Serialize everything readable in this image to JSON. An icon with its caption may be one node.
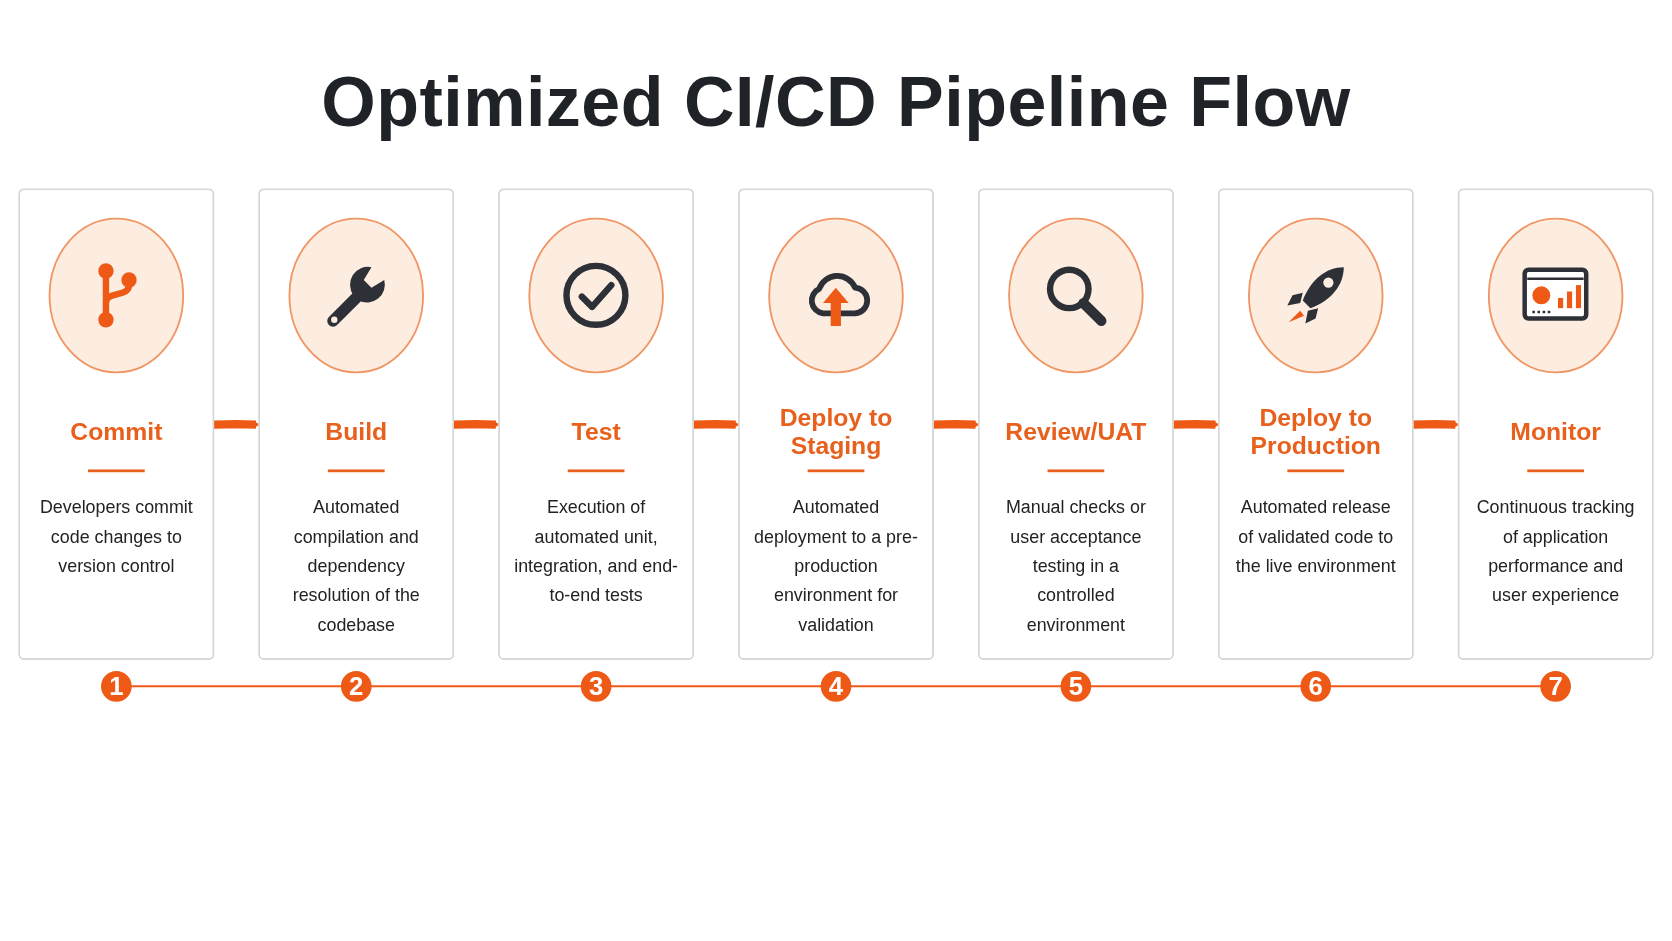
{
  "diagram": {
    "title": "Optimized CI/CD Pipeline Flow",
    "nodes": [
      {
        "text": [
          "Commit",
          "Developers commit code changes to version control"
        ]
      },
      {
        "text": [
          "Build",
          "Automated compilation and dependency resolution of the codebase"
        ]
      },
      {
        "text": [
          "Test",
          "Execution of automated unit, integration, and end-to-end tests"
        ]
      },
      {
        "text": [
          "Deploy to Staging",
          "Automated deployment to a pre-production environment for validation"
        ]
      },
      {
        "text": [
          "Review/UAT",
          "Manual checks or user acceptance testing in a controlled environment"
        ]
      },
      {
        "text": [
          "Deploy to Production",
          "Automated release of validated code to the live environment"
        ]
      },
      {
        "text": [
          "Monitor",
          "Continuous tracking of application performance and user experience"
        ]
      },
      {
        "text": [
          "1"
        ]
      },
      {
        "text": [
          "2"
        ]
      },
      {
        "text": [
          "3"
        ]
      },
      {
        "text": [
          "4"
        ]
      },
      {
        "text": [
          "5"
        ]
      },
      {
        "text": [
          "6"
        ]
      },
      {
        "text": [
          "7"
        ]
      }
    ],
    "edges": [
      {
        "from": 0,
        "to": 1,
        "arrow": "to",
        "style": "thick"
      },
      {
        "from": 1,
        "to": 2,
        "arrow": "to",
        "style": "thick"
      },
      {
        "from": 2,
        "to": 3,
        "arrow": "to",
        "style": "thick"
      },
      {
        "from": 3,
        "to": 4,
        "arrow": "to",
        "style": "thick"
      },
      {
        "from": 4,
        "to": 5,
        "arrow": "to",
        "style": "thick"
      },
      {
        "from": 5,
        "to": 6,
        "arrow": "to",
        "style": "thick"
      },
      {
        "from": 7,
        "to": 8,
        "arrow": "none"
      },
      {
        "from": 8,
        "to": 9,
        "arrow": "none"
      },
      {
        "from": 9,
        "to": 10,
        "arrow": "none"
      },
      {
        "from": 10,
        "to": 11,
        "arrow": "none"
      },
      {
        "from": 11,
        "to": 12,
        "arrow": "none"
      },
      {
        "from": 12,
        "to": 13,
        "arrow": "none"
      }
    ]
  }
}
